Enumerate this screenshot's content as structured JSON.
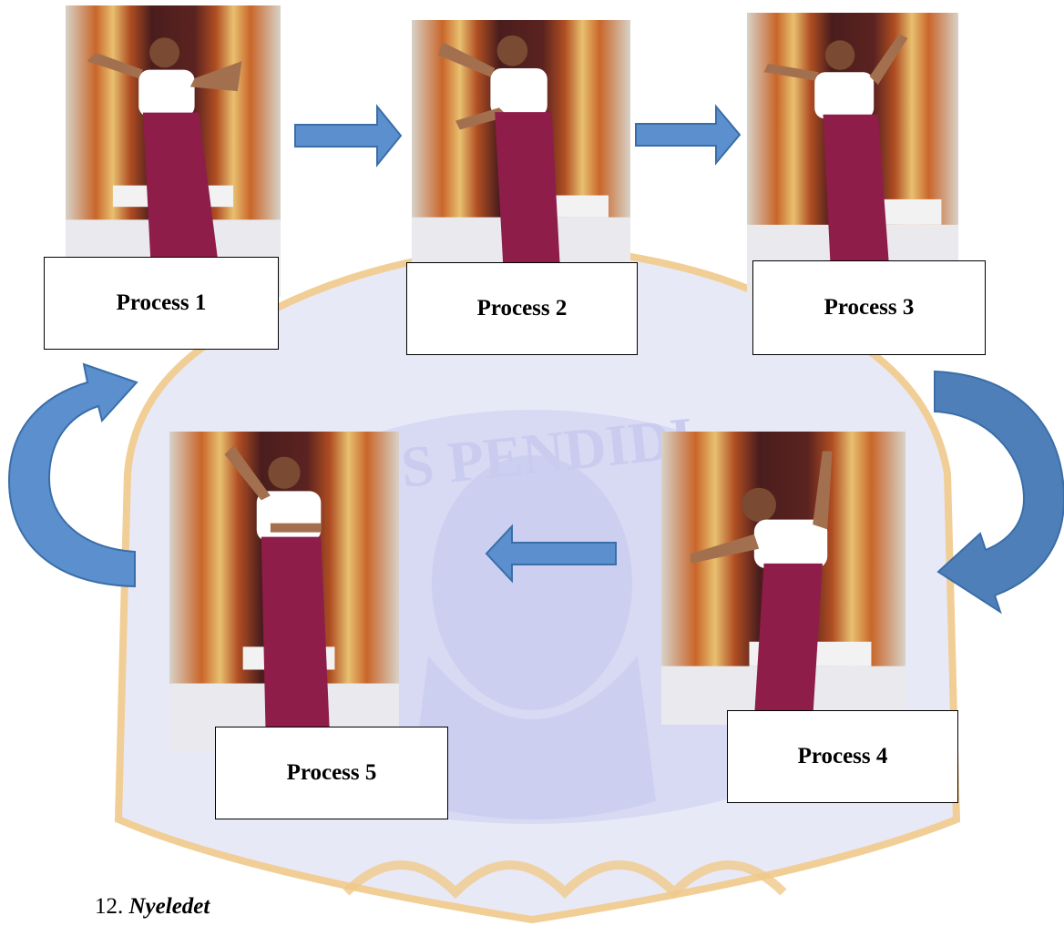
{
  "colors": {
    "arrow_fill": "#5b8fce",
    "arrow_stroke": "#3a6ea8",
    "watermark_blue": "#c9ccee",
    "watermark_gold": "#f0c98a"
  },
  "watermark": {
    "text": "S PENDIDI"
  },
  "steps": [
    {
      "label": "Process 1",
      "photo_icon": "dancer-photo-1"
    },
    {
      "label": "Process 2",
      "photo_icon": "dancer-photo-2"
    },
    {
      "label": "Process 3",
      "photo_icon": "dancer-photo-3"
    },
    {
      "label": "Process 4",
      "photo_icon": "dancer-photo-4"
    },
    {
      "label": "Process 5",
      "photo_icon": "dancer-photo-5"
    }
  ],
  "caption": {
    "number": "12.",
    "title": "Nyeledet"
  }
}
